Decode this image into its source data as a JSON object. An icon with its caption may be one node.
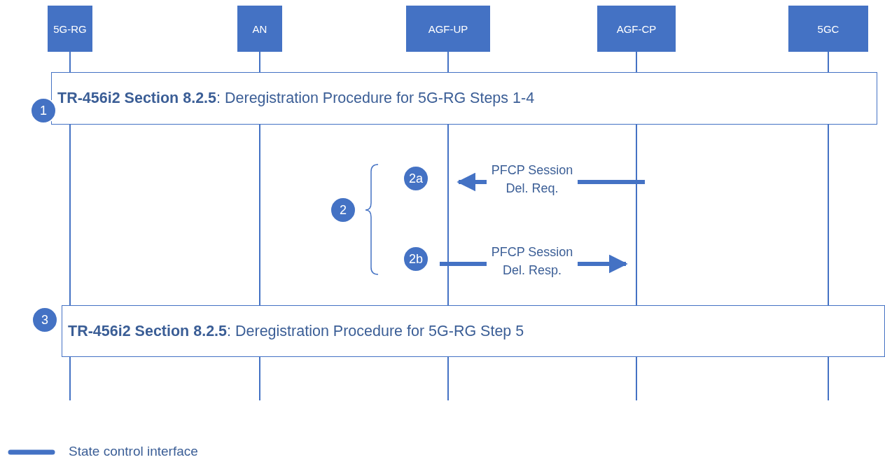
{
  "diagram": {
    "nodes": [
      {
        "text": [
          "5G-RG"
        ]
      },
      {
        "text": [
          "AN"
        ]
      },
      {
        "text": [
          "AGF-UP"
        ]
      },
      {
        "text": [
          "AGF-CP"
        ]
      },
      {
        "text": [
          "5GC"
        ]
      },
      {
        "text": [
          "**TR-456i2 Section 8.2.5**: Deregistration Procedure for 5G-RG Steps 1-4"
        ]
      },
      {
        "text": [
          "1"
        ]
      },
      {
        "text": [
          "2a"
        ]
      },
      {
        "text": [
          "2"
        ]
      },
      {
        "text": [
          "2b"
        ]
      },
      {
        "text": [
          "**TR-456i2 Section 8.2.5**: Deregistration Procedure for 5G-RG Step 5"
        ]
      },
      {
        "text": [
          "3"
        ]
      }
    ],
    "edges": [
      {
        "from": 3,
        "to": 2,
        "arrow": "to",
        "label": "PFCP Session Del. Req."
      },
      {
        "from": 2,
        "to": 3,
        "arrow": "to",
        "label": "PFCP Session Del. Resp."
      }
    ],
    "legend": [
      {
        "text": "State control interface"
      }
    ]
  }
}
